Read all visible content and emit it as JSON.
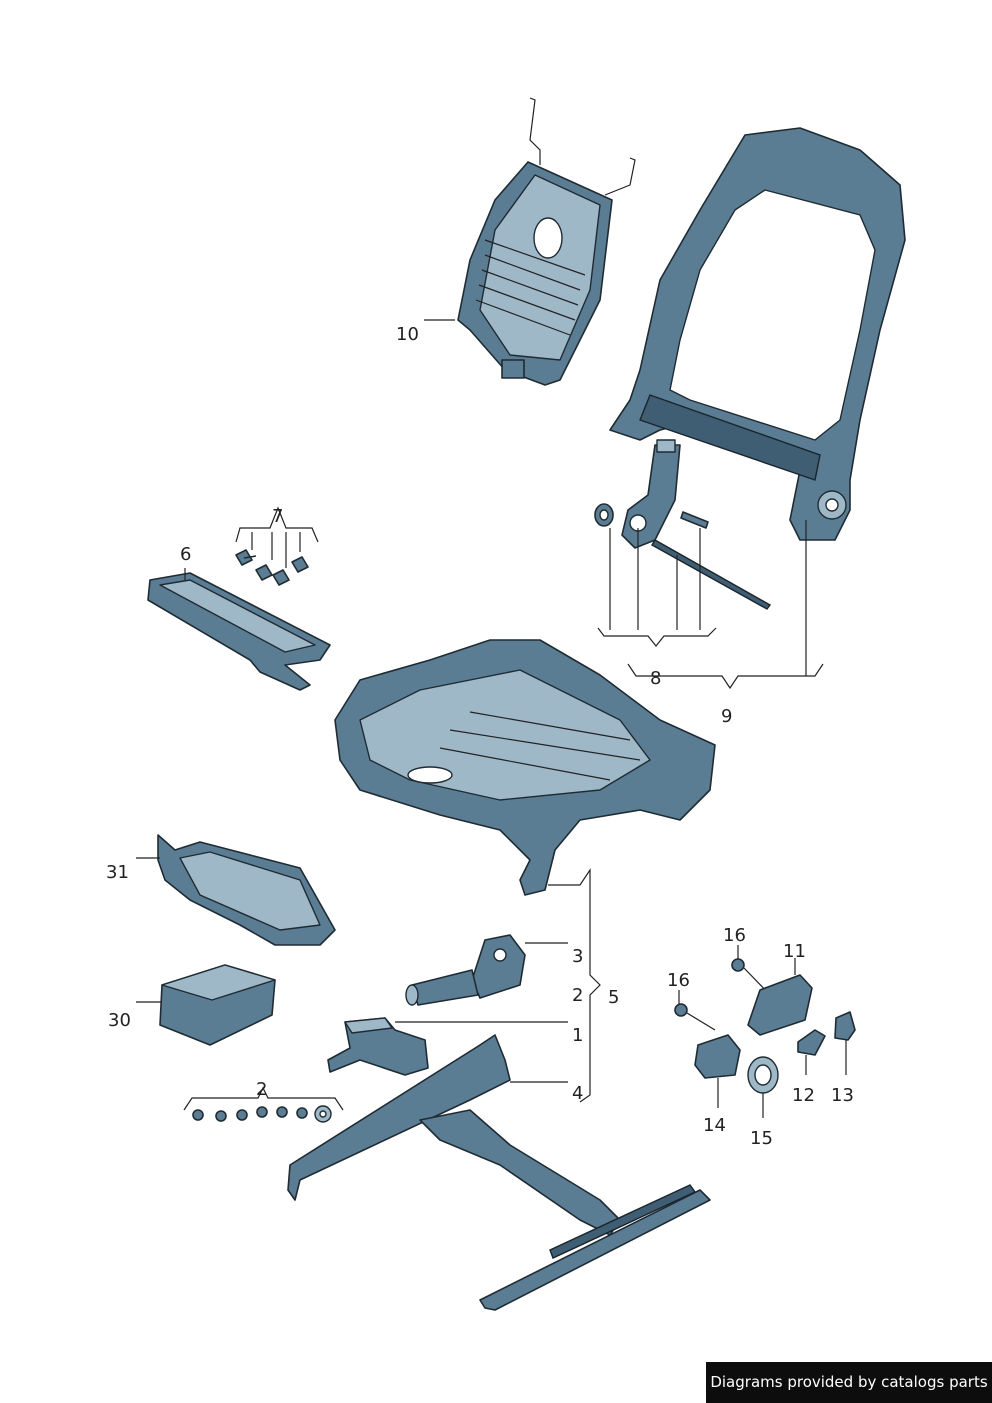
{
  "diagram": {
    "callouts": [
      {
        "id": "10",
        "label": "10"
      },
      {
        "id": "7",
        "label": "7"
      },
      {
        "id": "6",
        "label": "6"
      },
      {
        "id": "8",
        "label": "8"
      },
      {
        "id": "9",
        "label": "9"
      },
      {
        "id": "31",
        "label": "31"
      },
      {
        "id": "3",
        "label": "3"
      },
      {
        "id": "2a",
        "label": "2"
      },
      {
        "id": "5",
        "label": "5"
      },
      {
        "id": "1",
        "label": "1"
      },
      {
        "id": "4",
        "label": "4"
      },
      {
        "id": "30",
        "label": "30"
      },
      {
        "id": "2b",
        "label": "2"
      },
      {
        "id": "16a",
        "label": "16"
      },
      {
        "id": "11",
        "label": "11"
      },
      {
        "id": "16b",
        "label": "16"
      },
      {
        "id": "12",
        "label": "12"
      },
      {
        "id": "13",
        "label": "13"
      },
      {
        "id": "14",
        "label": "14"
      },
      {
        "id": "15",
        "label": "15"
      }
    ],
    "colors": {
      "part_fill": "#5b7d94",
      "part_light": "#9fb8c8",
      "outline": "#1f2b33"
    }
  },
  "footer": {
    "credit": "Diagrams provided by catalogs parts"
  }
}
